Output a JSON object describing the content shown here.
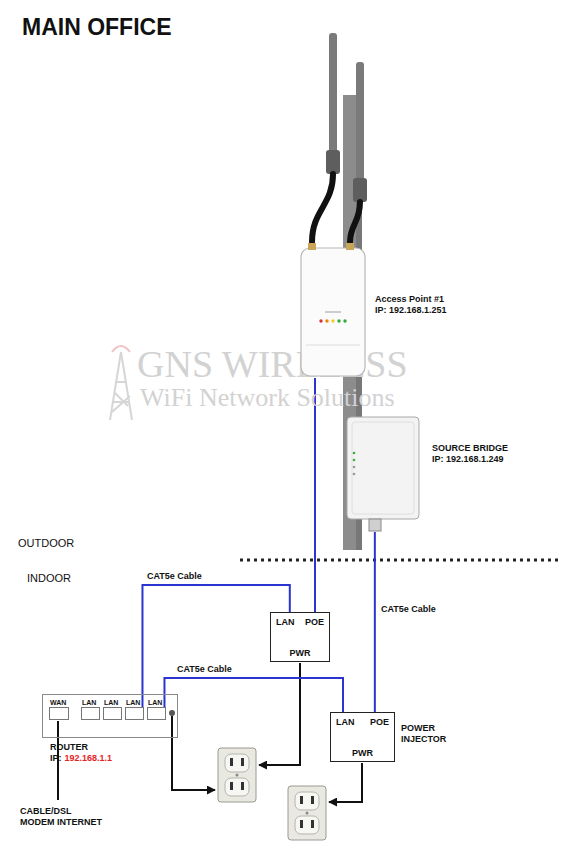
{
  "diagram": {
    "title": "MAIN OFFICE",
    "nodes": [
      {
        "text": [
          "Access Point #1",
          "IP: 192.168.1.251"
        ]
      },
      {
        "text": [
          "SOURCE BRIDGE",
          "IP: 192.168.1.249"
        ]
      },
      {
        "text": [
          "LAN",
          "POE",
          "PWR"
        ]
      },
      {
        "text": [
          "LAN",
          "POE",
          "PWR",
          "POWER INJECTOR"
        ]
      },
      {
        "text": [
          "ROUTER",
          "IP:",
          "192.168.1.1"
        ]
      },
      {
        "text": [
          "WAN"
        ],
        "in": 4
      },
      {
        "text": [
          "LAN"
        ],
        "in": 4
      },
      {
        "text": [
          "LAN"
        ],
        "in": 4
      },
      {
        "text": [
          "LAN"
        ],
        "in": 4
      },
      {
        "text": [
          "LAN"
        ],
        "in": 4
      }
    ],
    "edges": [
      {
        "from": 0,
        "to": 2,
        "arrow": "none"
      },
      {
        "from": 1,
        "to": 3,
        "label": "CAT5e Cable",
        "arrow": "none"
      },
      {
        "from": 8,
        "to": 2,
        "label": "CAT5e Cable",
        "arrow": "none"
      },
      {
        "from": 9,
        "to": 3,
        "label": "CAT5e Cable",
        "arrow": "none"
      }
    ],
    "labels": [
      "GNS WIRELESS",
      "WiFi Network Solutions",
      "OUTDOOR",
      "INDOOR",
      "CABLE/DSL MODEM INTERNET"
    ]
  }
}
